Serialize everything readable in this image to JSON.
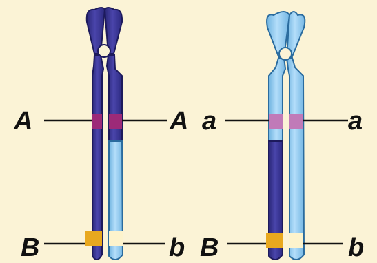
{
  "background": "#fbf3d6",
  "colors": {
    "dark_chromatid": "#3b3796",
    "light_chromatid": "#8fc9ec",
    "gene_locus_band": "#9c2a78",
    "allele_B_band": "#e8a81f",
    "allele_b_band": "#fdf3cc",
    "label_line": "#111111"
  },
  "pair_left": {
    "label_top_left": "A",
    "label_top_right": "A",
    "label_bottom_left": "B",
    "label_bottom_right": "b"
  },
  "pair_right": {
    "label_top_left": "a",
    "label_top_right": "a",
    "label_bottom_left": "B",
    "label_bottom_right": "b"
  }
}
